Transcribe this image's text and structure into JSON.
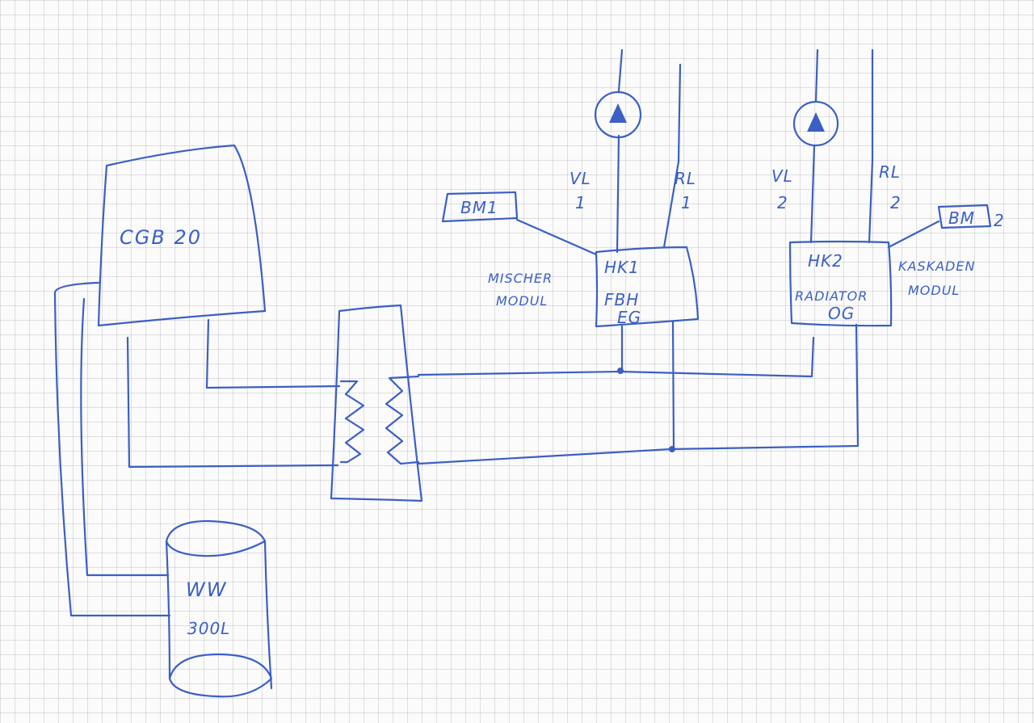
{
  "diagram": {
    "boiler": "CGB 20",
    "tank": {
      "line1": "WW",
      "line2": "300L"
    },
    "hk1": {
      "line1": "HK1",
      "line2": "FBH",
      "line3": "EG"
    },
    "hk2": {
      "line1": "HK2",
      "line2": "RADIATOR",
      "line3": "OG"
    },
    "bm1": "BM1",
    "bm2": "BM",
    "bm2_suffix": "2",
    "mischer": {
      "line1": "MISCHER",
      "line2": "MODUL"
    },
    "kaskaden": {
      "line1": "KASKADEN",
      "line2": "MODUL"
    },
    "vl1": {
      "line1": "VL",
      "line2": "1"
    },
    "rl1": {
      "line1": "RL",
      "line2": "1"
    },
    "vl2": {
      "line1": "VL",
      "line2": "2"
    },
    "rl2": {
      "line1": "RL",
      "line2": "2"
    },
    "ink_color": "#3b5fc4",
    "pump_icon": "pump-icon",
    "heat_exchanger_icon": "heat-exchanger-icon"
  }
}
